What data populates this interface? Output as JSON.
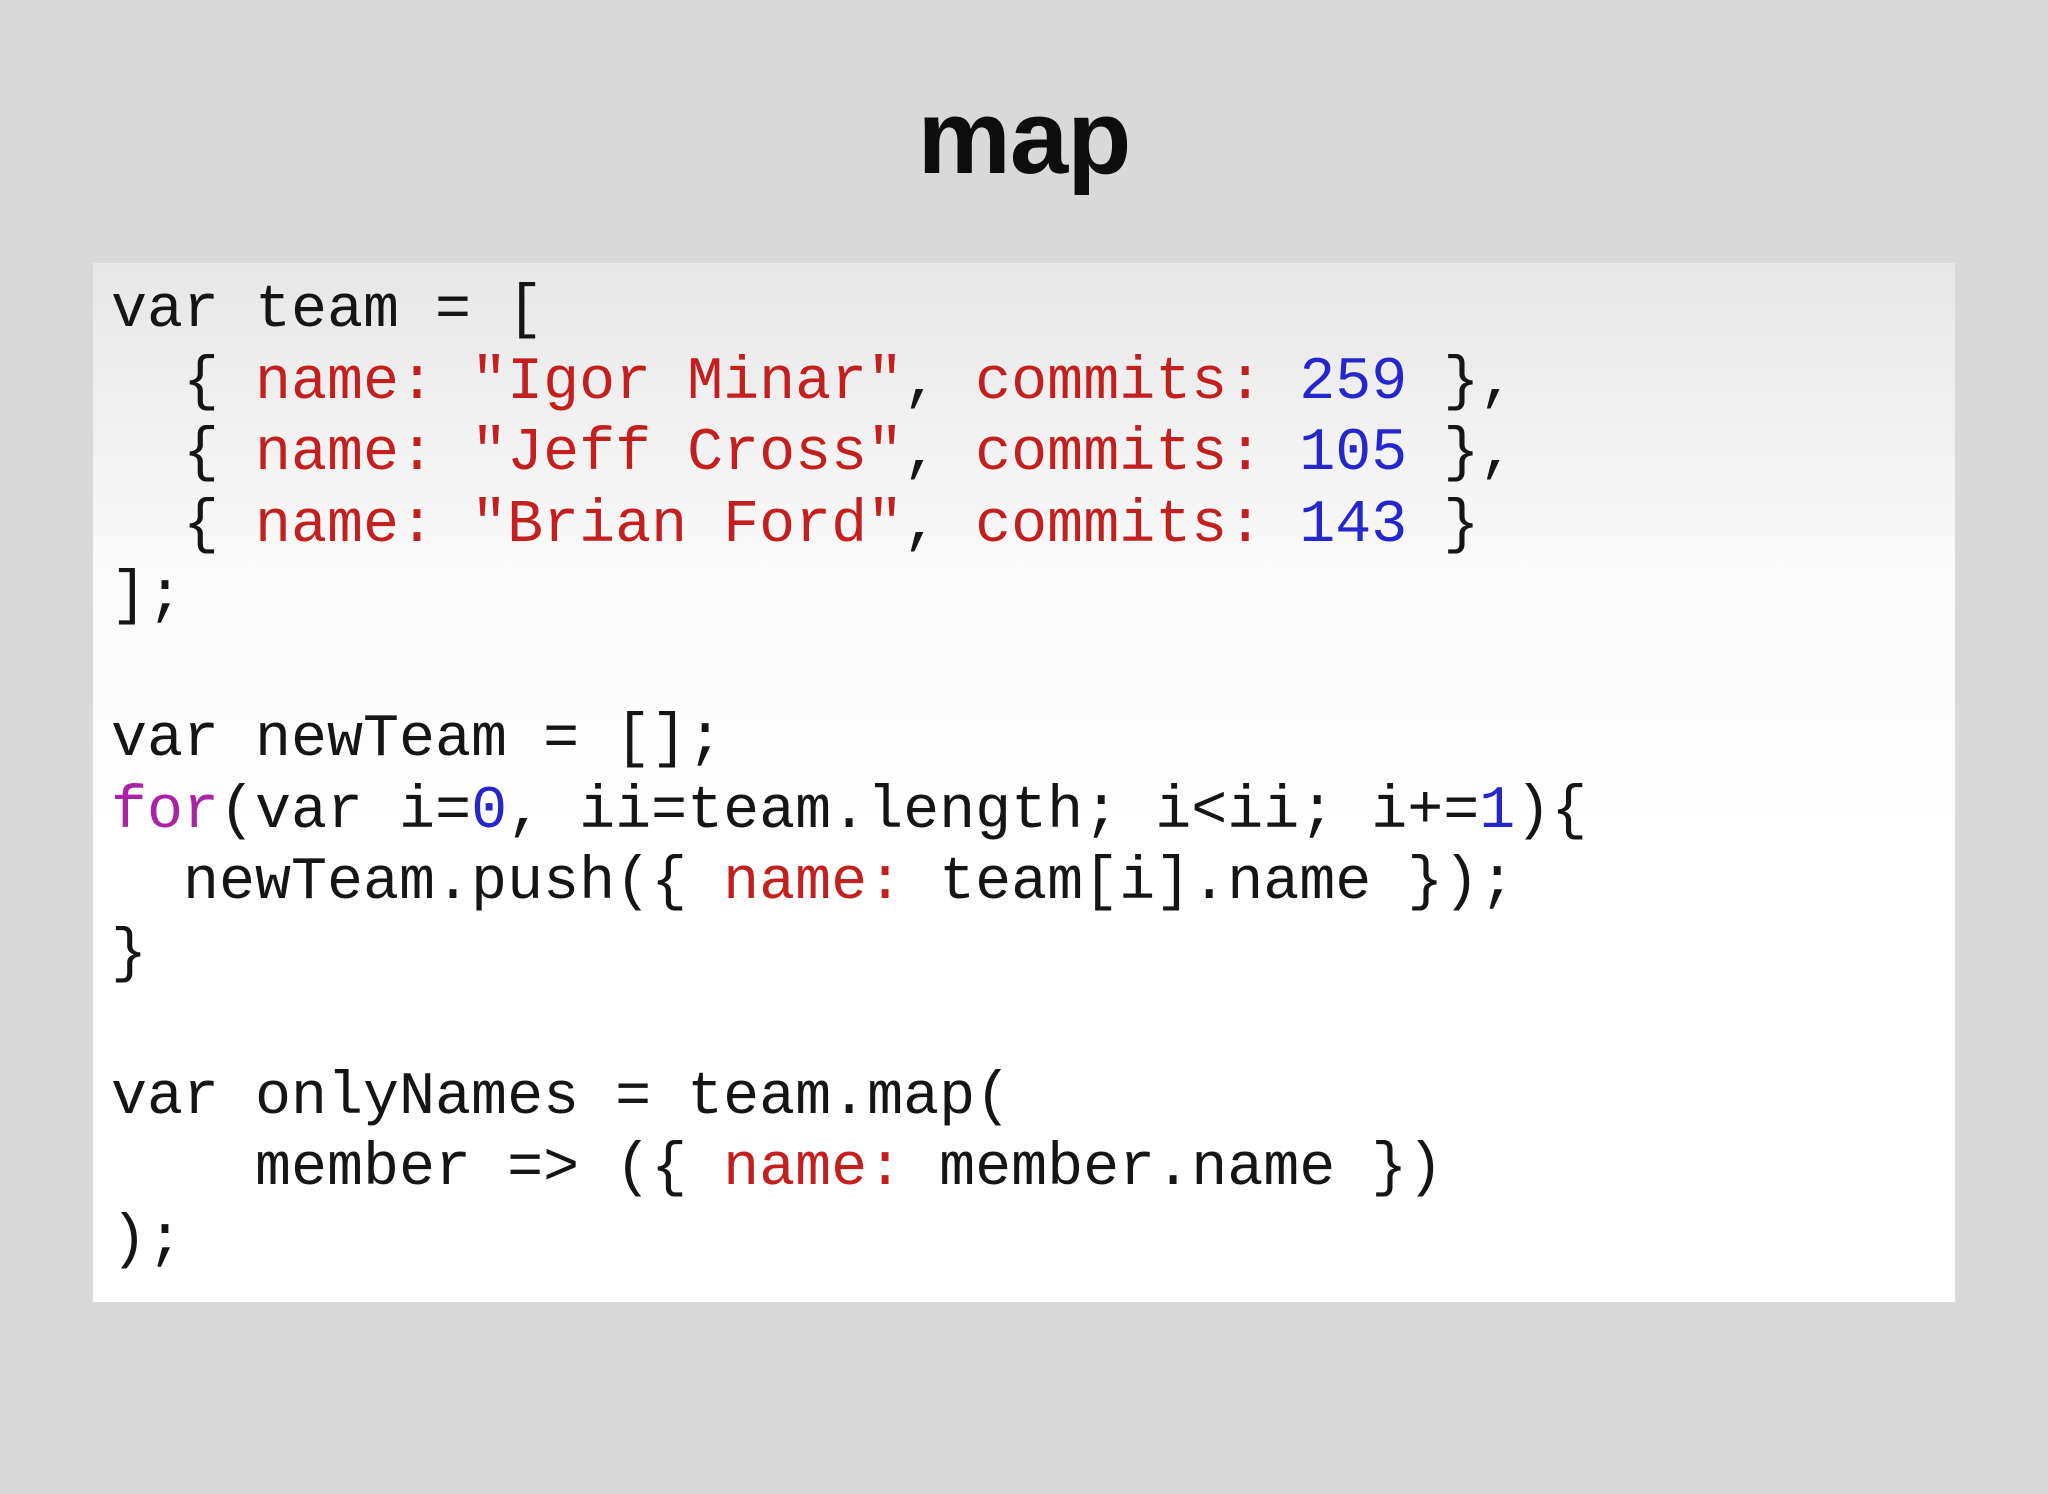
{
  "title": "map",
  "colors": {
    "slide_bg": "#d9d9d9",
    "code_bg_top": "#e7e7e7",
    "code_bg_mid": "#fafafa",
    "code_bg_bottom": "#ffffff",
    "text": "#151515",
    "title_text": "#0d0d0d",
    "red": "#c41f1f",
    "blue": "#2626cc",
    "purple": "#aa23a3"
  },
  "code": {
    "language": "javascript",
    "lines": [
      {
        "tokens": [
          {
            "c": "plain",
            "t": "var team = ["
          }
        ]
      },
      {
        "tokens": [
          {
            "c": "plain",
            "t": "  { "
          },
          {
            "c": "red",
            "t": "name:"
          },
          {
            "c": "plain",
            "t": " "
          },
          {
            "c": "red",
            "t": "\"Igor Minar\""
          },
          {
            "c": "plain",
            "t": ", "
          },
          {
            "c": "red",
            "t": "commits:"
          },
          {
            "c": "plain",
            "t": " "
          },
          {
            "c": "blue",
            "t": "259"
          },
          {
            "c": "plain",
            "t": " },"
          }
        ]
      },
      {
        "tokens": [
          {
            "c": "plain",
            "t": "  { "
          },
          {
            "c": "red",
            "t": "name:"
          },
          {
            "c": "plain",
            "t": " "
          },
          {
            "c": "red",
            "t": "\"Jeff Cross\""
          },
          {
            "c": "plain",
            "t": ", "
          },
          {
            "c": "red",
            "t": "commits:"
          },
          {
            "c": "plain",
            "t": " "
          },
          {
            "c": "blue",
            "t": "105"
          },
          {
            "c": "plain",
            "t": " },"
          }
        ]
      },
      {
        "tokens": [
          {
            "c": "plain",
            "t": "  { "
          },
          {
            "c": "red",
            "t": "name:"
          },
          {
            "c": "plain",
            "t": " "
          },
          {
            "c": "red",
            "t": "\"Brian Ford\""
          },
          {
            "c": "plain",
            "t": ", "
          },
          {
            "c": "red",
            "t": "commits:"
          },
          {
            "c": "plain",
            "t": " "
          },
          {
            "c": "blue",
            "t": "143"
          },
          {
            "c": "plain",
            "t": " }"
          }
        ]
      },
      {
        "tokens": [
          {
            "c": "plain",
            "t": "];"
          }
        ]
      },
      {
        "tokens": []
      },
      {
        "tokens": [
          {
            "c": "plain",
            "t": "var newTeam = [];"
          }
        ]
      },
      {
        "tokens": [
          {
            "c": "purple",
            "t": "for"
          },
          {
            "c": "plain",
            "t": "(var i="
          },
          {
            "c": "blue",
            "t": "0"
          },
          {
            "c": "plain",
            "t": ", ii=team.length; i<ii; i+="
          },
          {
            "c": "blue",
            "t": "1"
          },
          {
            "c": "plain",
            "t": "){"
          }
        ]
      },
      {
        "tokens": [
          {
            "c": "plain",
            "t": "  newTeam.push({ "
          },
          {
            "c": "red",
            "t": "name:"
          },
          {
            "c": "plain",
            "t": " team[i].name });"
          }
        ]
      },
      {
        "tokens": [
          {
            "c": "plain",
            "t": "}"
          }
        ]
      },
      {
        "tokens": []
      },
      {
        "tokens": [
          {
            "c": "plain",
            "t": "var onlyNames = team.map("
          }
        ]
      },
      {
        "tokens": [
          {
            "c": "plain",
            "t": "    member => ({ "
          },
          {
            "c": "red",
            "t": "name:"
          },
          {
            "c": "plain",
            "t": " member.name })"
          }
        ]
      },
      {
        "tokens": [
          {
            "c": "plain",
            "t": ");"
          }
        ]
      }
    ]
  }
}
